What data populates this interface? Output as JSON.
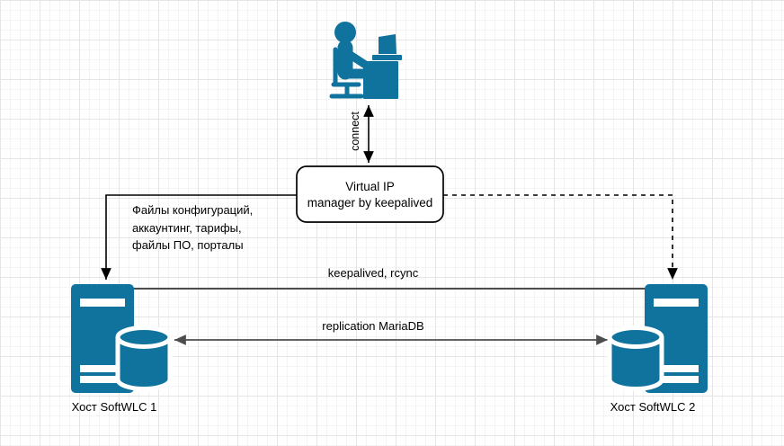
{
  "colors": {
    "node_fill": "#10739E",
    "edge_dark": "#000000",
    "edge_gray": "#4d4d4d",
    "label_color": "#000000",
    "background": "#ffffff"
  },
  "nodes": {
    "user": {
      "icon": "person-at-desk-icon"
    },
    "vip_box": {
      "line1": "Virtual IP",
      "line2": "manager by keepalived"
    },
    "host1": {
      "label": "Хост SoftWLC 1",
      "icon": "server-database-icon"
    },
    "host2": {
      "label": "Хост SoftWLC 2",
      "icon": "server-database-icon"
    }
  },
  "edges": {
    "connect": {
      "label": "connect",
      "style": "solid-double-arrow"
    },
    "vip_to_host1": {
      "style": "solid-arrow",
      "label_lines": [
        "Файлы конфигураций,",
        "аккаунтинг, тарифы,",
        "файлы ПО, порталы"
      ]
    },
    "vip_to_host2": {
      "style": "dashed-arrow"
    },
    "keepalived": {
      "label": "keepalived, rcync",
      "style": "plain-line"
    },
    "replication": {
      "label": "replication MariaDB",
      "style": "double-arrow"
    }
  }
}
